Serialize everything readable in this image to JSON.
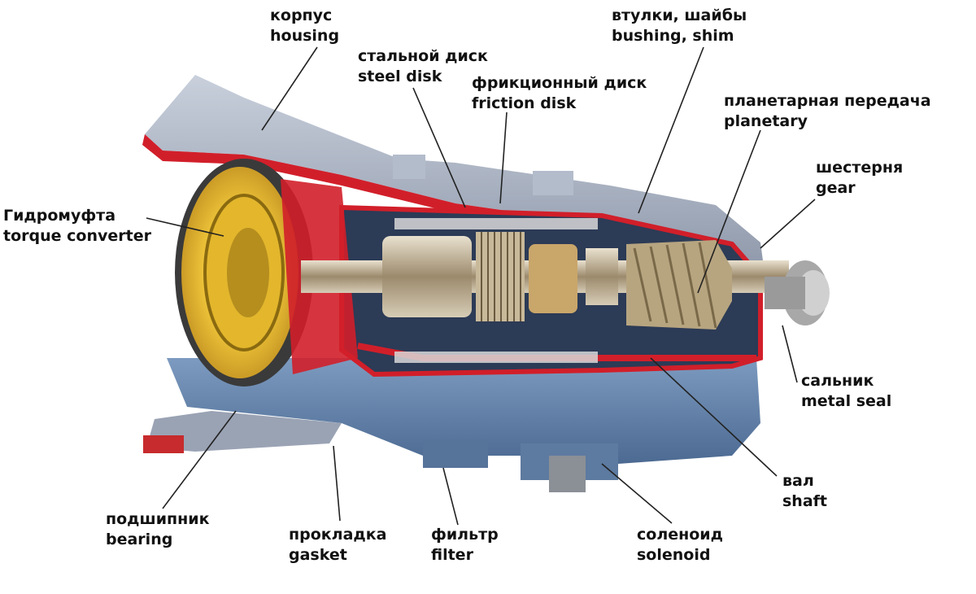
{
  "labels": {
    "housing": {
      "ru": "корпус",
      "en": "housing"
    },
    "bushing": {
      "ru": "втулки, шайбы",
      "en": "bushing, shim"
    },
    "steel": {
      "ru": "стальной диск",
      "en": "steel disk"
    },
    "friction": {
      "ru": "фрикционный диск",
      "en": "friction disk"
    },
    "planetary": {
      "ru": "планетарная передача",
      "en": "planetary"
    },
    "gear": {
      "ru": "шестерня",
      "en": "gear"
    },
    "converter": {
      "ru": "Гидромуфта",
      "en": "torque converter"
    },
    "seal": {
      "ru": "сальник",
      "en": "metal seal"
    },
    "shaft": {
      "ru": "вал",
      "en": "shaft"
    },
    "bearing": {
      "ru": "подшипник",
      "en": "bearing"
    },
    "gasket": {
      "ru": "прокладка",
      "en": "gasket"
    },
    "filter": {
      "ru": "фильтр",
      "en": "filter"
    },
    "solenoid": {
      "ru": "соленоид",
      "en": "solenoid"
    }
  },
  "colors": {
    "housing": "#a9b2c3",
    "cut": "#d11f2a",
    "converter": "#e3b62c",
    "steel_blue": "#5c7fa8",
    "pan": "#6f8fb5",
    "internals": "#b9a789"
  }
}
